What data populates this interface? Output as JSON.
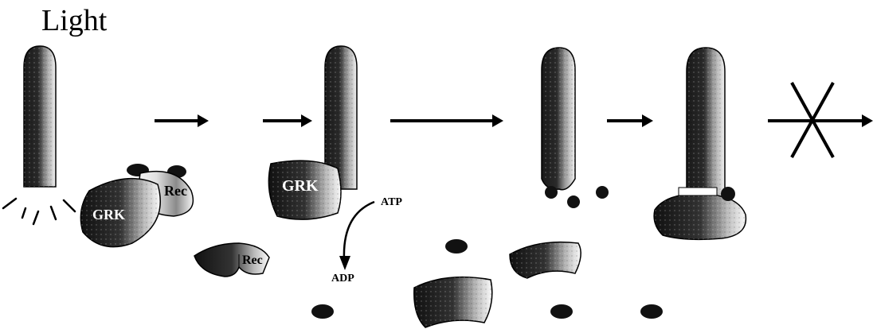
{
  "diagram": {
    "light_label": "Light",
    "grk_label": "GRK",
    "rec_label": "Rec",
    "atp_label": "ATP",
    "adp_label": "ADP",
    "colors": {
      "ink": "#000000",
      "paper": "#ffffff",
      "shade_dark": "#111111",
      "shade_light": "#f4f4f4"
    }
  }
}
